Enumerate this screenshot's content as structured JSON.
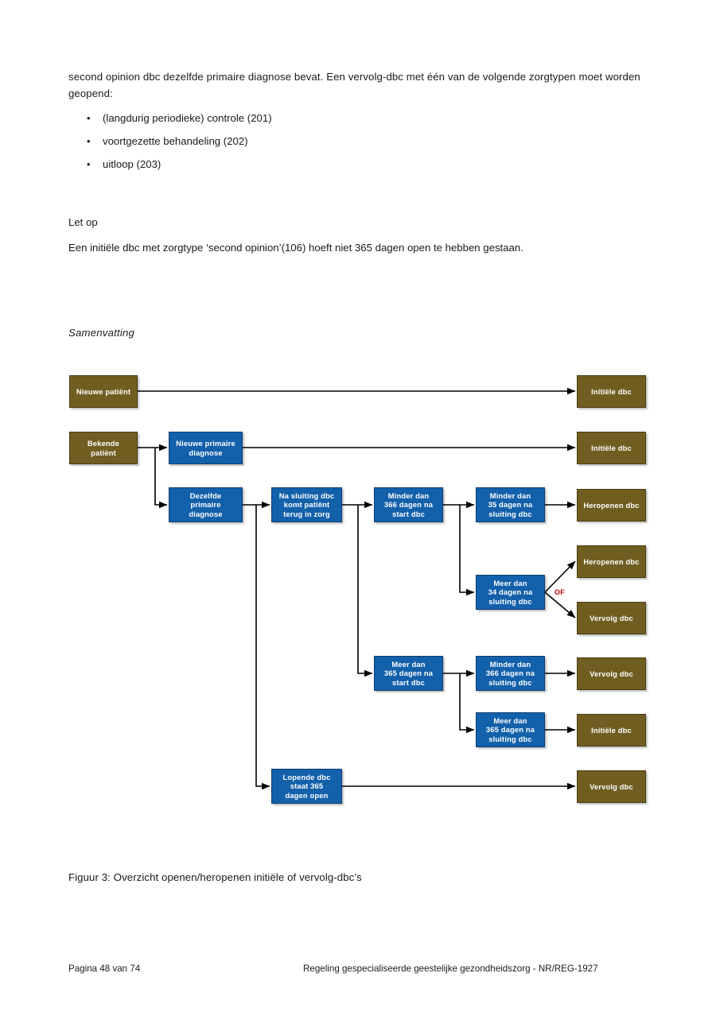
{
  "document": {
    "body_paragraph": "second opinion dbc dezelfde primaire diagnose bevat. Een vervolg-dbc met één van de volgende zorgtypen moet worden geopend:",
    "bullet_marker": "•",
    "bullets": [
      "(langdurig periodieke) controle (201)",
      "voortgezette behandeling (202)",
      "uitloop (203)"
    ],
    "note_heading": "Let op",
    "note_text": "Een initiële dbc met zorgtype ‘second opinion’(106) hoeft niet 365 dagen open te hebben gestaan.",
    "section_title": "Samenvatting",
    "figure_caption": "Figuur 3: Overzicht openen/heropenen initiële of vervolg-dbc’s",
    "footer_left": "Pagina 48 van 74",
    "footer_right": "Regeling gespecialiseerde geestelijke gezondheidszorg - NR/REG-1927"
  },
  "diagram": {
    "colors": {
      "brown": "#6f5e20",
      "blue": "#1360ab",
      "connector": "#000000",
      "or_label": "#c00000",
      "text": "#ffffff"
    },
    "or_label": "OF",
    "nodes": [
      {
        "id": "nieuwe-patient",
        "type": "brown",
        "lines": [
          "Nieuwe patiënt"
        ]
      },
      {
        "id": "initiele-dbc-1",
        "type": "brown",
        "lines": [
          "Initiële dbc"
        ]
      },
      {
        "id": "bekende-patient",
        "type": "brown",
        "lines": [
          "Bekende",
          "patiënt"
        ]
      },
      {
        "id": "nieuwe-primaire-diagnose",
        "type": "blue",
        "lines": [
          "Nieuwe primaire",
          "diagnose"
        ]
      },
      {
        "id": "initiele-dbc-2",
        "type": "brown",
        "lines": [
          "Initiële dbc"
        ]
      },
      {
        "id": "dezelfde-primaire-diagnose",
        "type": "blue",
        "lines": [
          "Dezelfde",
          "primaire",
          "diagnose"
        ]
      },
      {
        "id": "na-sluiting-dbc",
        "type": "blue",
        "lines": [
          "Na sluiting dbc",
          "komt patiënt",
          "terug in zorg"
        ]
      },
      {
        "id": "minder-dan-366-start",
        "type": "blue",
        "lines": [
          "Minder dan",
          "366 dagen na",
          "start dbc"
        ]
      },
      {
        "id": "minder-dan-35-sluiting",
        "type": "blue",
        "lines": [
          "Minder dan",
          "35 dagen na",
          "sluiting dbc"
        ]
      },
      {
        "id": "heropenen-dbc-1",
        "type": "brown",
        "lines": [
          "Heropenen dbc"
        ]
      },
      {
        "id": "heropenen-dbc-2",
        "type": "brown",
        "lines": [
          "Heropenen dbc"
        ]
      },
      {
        "id": "meer-dan-34-sluiting",
        "type": "blue",
        "lines": [
          "Meer dan",
          "34 dagen na",
          "sluiting dbc"
        ]
      },
      {
        "id": "vervolg-dbc-1",
        "type": "brown",
        "lines": [
          "Vervolg dbc"
        ]
      },
      {
        "id": "meer-dan-365-start",
        "type": "blue",
        "lines": [
          "Meer dan",
          "365 dagen na",
          "start dbc"
        ]
      },
      {
        "id": "minder-dan-366-sluiting",
        "type": "blue",
        "lines": [
          "Minder dan",
          "366 dagen na",
          "sluiting dbc"
        ]
      },
      {
        "id": "vervolg-dbc-2",
        "type": "brown",
        "lines": [
          "Vervolg dbc"
        ]
      },
      {
        "id": "meer-dan-365-sluiting",
        "type": "blue",
        "lines": [
          "Meer dan",
          "365 dagen na",
          "sluiting dbc"
        ]
      },
      {
        "id": "initiele-dbc-3",
        "type": "brown",
        "lines": [
          "Initiële dbc"
        ]
      },
      {
        "id": "lopende-dbc-365-open",
        "type": "blue",
        "lines": [
          "Lopende dbc",
          "staat 365",
          "dagen open"
        ]
      },
      {
        "id": "vervolg-dbc-3",
        "type": "brown",
        "lines": [
          "Vervolg dbc"
        ]
      }
    ]
  }
}
